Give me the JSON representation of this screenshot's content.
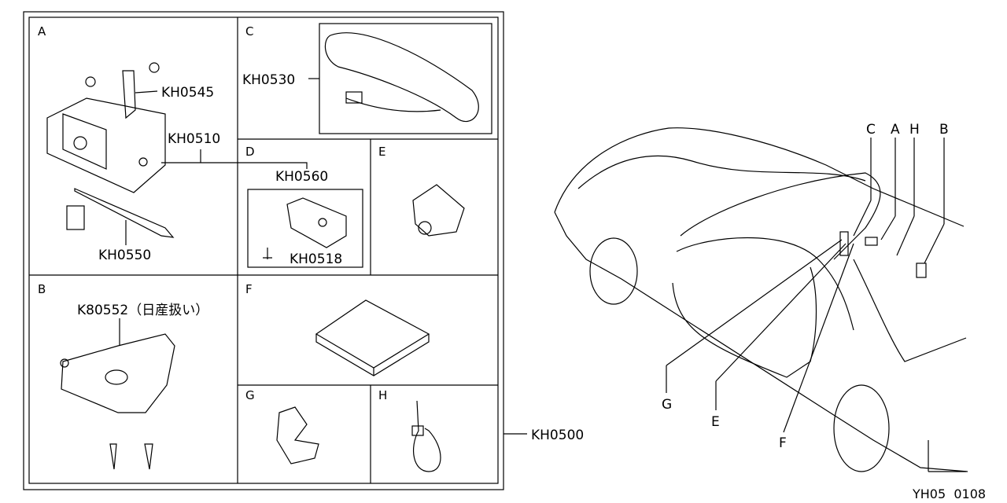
{
  "sections": {
    "A": {
      "letter": "A",
      "parts": [
        "KH0545",
        "KH0510",
        "KH0550"
      ]
    },
    "B": {
      "letter": "B",
      "parts": [
        "K80552（日産扱い）"
      ]
    },
    "C": {
      "letter": "C",
      "parts": [
        "KH0530"
      ]
    },
    "D": {
      "letter": "D",
      "parts": [
        "KH0560",
        "KH0518"
      ]
    },
    "E": {
      "letter": "E"
    },
    "F": {
      "letter": "F"
    },
    "G": {
      "letter": "G"
    },
    "H": {
      "letter": "H"
    }
  },
  "kit_part": "KH0500",
  "car_callouts": {
    "C": "C",
    "A": "A",
    "H": "H",
    "B": "B",
    "G": "G",
    "E": "E",
    "F": "F"
  },
  "diagram_code": "YH05  0108"
}
